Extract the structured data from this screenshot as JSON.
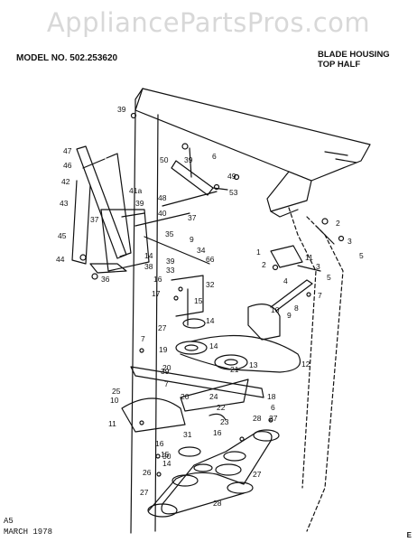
{
  "watermark": "AppliancePartsPros.com",
  "header": {
    "model": "MODEL NO. 502.253620",
    "section_line1": "BLADE HOUSING",
    "section_line2": "TOP HALF"
  },
  "footer": {
    "page": "A5",
    "date": "MARCH 1978",
    "corner": "E"
  },
  "callouts": [
    {
      "id": "c39a",
      "text": "39"
    },
    {
      "id": "c47",
      "text": "47"
    },
    {
      "id": "c46",
      "text": "46"
    },
    {
      "id": "c42",
      "text": "42"
    },
    {
      "id": "c43",
      "text": "43"
    },
    {
      "id": "c37a",
      "text": "37"
    },
    {
      "id": "c45",
      "text": "45"
    },
    {
      "id": "c44",
      "text": "44"
    },
    {
      "id": "c36",
      "text": "36"
    },
    {
      "id": "c50",
      "text": "50"
    },
    {
      "id": "c39b",
      "text": "39"
    },
    {
      "id": "c6a",
      "text": "6"
    },
    {
      "id": "c49",
      "text": "49"
    },
    {
      "id": "c48",
      "text": "48"
    },
    {
      "id": "c53",
      "text": "53"
    },
    {
      "id": "c41a",
      "text": "41a"
    },
    {
      "id": "c39c",
      "text": "39"
    },
    {
      "id": "c40",
      "text": "40"
    },
    {
      "id": "c37b",
      "text": "37"
    },
    {
      "id": "c35",
      "text": "35"
    },
    {
      "id": "c9a",
      "text": "9"
    },
    {
      "id": "c34",
      "text": "34"
    },
    {
      "id": "c66",
      "text": "66"
    },
    {
      "id": "c14a",
      "text": "14"
    },
    {
      "id": "c39d",
      "text": "39"
    },
    {
      "id": "c38",
      "text": "38"
    },
    {
      "id": "c33",
      "text": "33"
    },
    {
      "id": "c2",
      "text": "2"
    },
    {
      "id": "c3a",
      "text": "3"
    },
    {
      "id": "c5a",
      "text": "5"
    },
    {
      "id": "c1",
      "text": "1"
    },
    {
      "id": "c2b",
      "text": "2"
    },
    {
      "id": "c11a",
      "text": "11"
    },
    {
      "id": "c3b",
      "text": "3"
    },
    {
      "id": "c5b",
      "text": "5"
    },
    {
      "id": "c4",
      "text": "4"
    },
    {
      "id": "c7a",
      "text": "7"
    },
    {
      "id": "c8",
      "text": "8"
    },
    {
      "id": "c9b",
      "text": "9"
    },
    {
      "id": "c16a",
      "text": "16"
    },
    {
      "id": "c32",
      "text": "32"
    },
    {
      "id": "c17",
      "text": "17"
    },
    {
      "id": "c15",
      "text": "15"
    },
    {
      "id": "c14b",
      "text": "14"
    },
    {
      "id": "c27a",
      "text": "27"
    },
    {
      "id": "c10a",
      "text": "10"
    },
    {
      "id": "c19",
      "text": "19"
    },
    {
      "id": "c14c",
      "text": "14"
    },
    {
      "id": "c13",
      "text": "13"
    },
    {
      "id": "c12",
      "text": "12"
    },
    {
      "id": "c7b",
      "text": "7"
    },
    {
      "id": "c20",
      "text": "20"
    },
    {
      "id": "c21",
      "text": "21"
    },
    {
      "id": "c39e",
      "text": "39"
    },
    {
      "id": "c7c",
      "text": "7"
    },
    {
      "id": "c25",
      "text": "25"
    },
    {
      "id": "c10b",
      "text": "10"
    },
    {
      "id": "c20b",
      "text": "20"
    },
    {
      "id": "c24",
      "text": "24"
    },
    {
      "id": "c22",
      "text": "22"
    },
    {
      "id": "c23",
      "text": "23"
    },
    {
      "id": "c18",
      "text": "18"
    },
    {
      "id": "c6b",
      "text": "6"
    },
    {
      "id": "c28a",
      "text": "28"
    },
    {
      "id": "c27b",
      "text": "27"
    },
    {
      "id": "c11b",
      "text": "11"
    },
    {
      "id": "c31",
      "text": "31"
    },
    {
      "id": "c16b",
      "text": "16"
    },
    {
      "id": "c15b",
      "text": "15"
    },
    {
      "id": "c16c",
      "text": "16"
    },
    {
      "id": "c30",
      "text": "30"
    },
    {
      "id": "c14d",
      "text": "14"
    },
    {
      "id": "c26",
      "text": "26"
    },
    {
      "id": "c27c",
      "text": "27"
    },
    {
      "id": "c27d",
      "text": "27"
    },
    {
      "id": "c28b",
      "text": "28"
    }
  ]
}
